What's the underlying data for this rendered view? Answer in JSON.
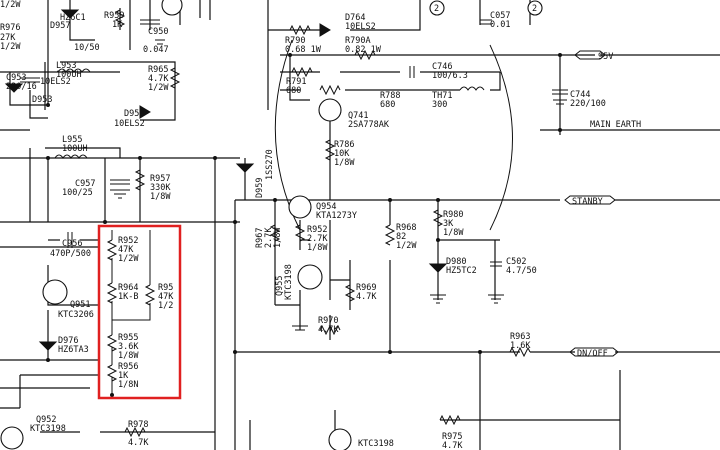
{
  "labels": {
    "r976": "R976",
    "r976_val": "27K",
    "r976_w": "1/2W",
    "d957": "D957",
    "d957_val": "HZ6C1",
    "r959": "R959",
    "r959_val": "1K",
    "c950": "C950",
    "c950_val": "0.047",
    "r959_cap": "10/50",
    "top_1_2w": "1/2W",
    "l953": "L953",
    "l953_val": "100UH",
    "c953": "C953",
    "c953_val": "220/16",
    "d953": "D953",
    "d953_val": "10ELS2",
    "r965": "R965",
    "r965_val": "4.7K",
    "r965_w": "1/2W",
    "d958": "D958",
    "d958_val": "10ELS2",
    "l955": "L955",
    "l955_val": "100UH",
    "c957": "C957",
    "c957_val": "100/25",
    "r957": "R957",
    "r957_val": "330K",
    "r957_w": "1/8W",
    "d764": "D764",
    "d764_val": "10ELS2",
    "r790": "R790",
    "r790_val": "0.68 1W",
    "r790a": "R790A",
    "r790a_val": "0.82 1W",
    "r791": "R791",
    "r791_val": "680",
    "c746": "C746",
    "c746_val": "100/6.3",
    "r788": "R788",
    "r788_val": "680",
    "th71": "TH71",
    "th71_val": "300",
    "q741": "Q741",
    "q741_val": "2SA778AK",
    "r786": "R786",
    "r786_val": "10K",
    "r786_w": "1/8W",
    "d959": "D959",
    "d959_val": "1SS270",
    "c057": "C057",
    "c057_val": "0.01",
    "node2a": "2",
    "node2b": "2",
    "v95": "95V",
    "c744": "C744",
    "c744_val": "220/100",
    "main_earth": "MAIN EARTH",
    "q954": "Q954",
    "q954_val": "KTA1273Y",
    "stanby": "STANBY",
    "r967": "R967",
    "r967_val": "2.7K",
    "r967_w": "1/8W",
    "r952b": "R952",
    "r952b_val": "2.7K",
    "r952b_w": "1/8W",
    "r968": "R968",
    "r968_val": "82",
    "r968_w": "1/2W",
    "r980": "R980",
    "r980_val": "3K",
    "r980_w": "1/8W",
    "d980": "D980",
    "d980_val": "HZ5TC2",
    "c502": "C502",
    "c502_val": "4.7/50",
    "q955": "Q955",
    "q955_val": "KTC3198",
    "r969": "R969",
    "r969_val": "4.7K",
    "r970": "R970",
    "r970_val": "4.7K",
    "r963": "R963",
    "r963_val": "1.6K",
    "dn_off": "DN/OFF",
    "c956": "C956",
    "c956_val": "470P/500",
    "q951": "Q951",
    "q951_val": "KTC3206",
    "d976": "D976",
    "d976_val": "HZ6TA3",
    "r952": "R952",
    "r952_val": "47K",
    "r952_w": "1/2W",
    "r964": "R964",
    "r964_val": "1K-B",
    "r95x": "R95",
    "r95x_val": "47K",
    "r95x_w": "1/2",
    "r955": "R955",
    "r955_val": "3.6K",
    "r955_w": "1/8W",
    "r956": "R956",
    "r956_val": "1K",
    "r956_w": "1/8N",
    "q952": "Q952",
    "q952_val": "KTC3198",
    "r978": "R978",
    "r978_val": "4.7K",
    "kc3198": "KTC3198",
    "r975": "R975",
    "r975_val": "4.7K"
  },
  "highlight": {
    "color": "#e02020"
  },
  "colors": {
    "ink": "#111111",
    "background": "#ffffff"
  }
}
